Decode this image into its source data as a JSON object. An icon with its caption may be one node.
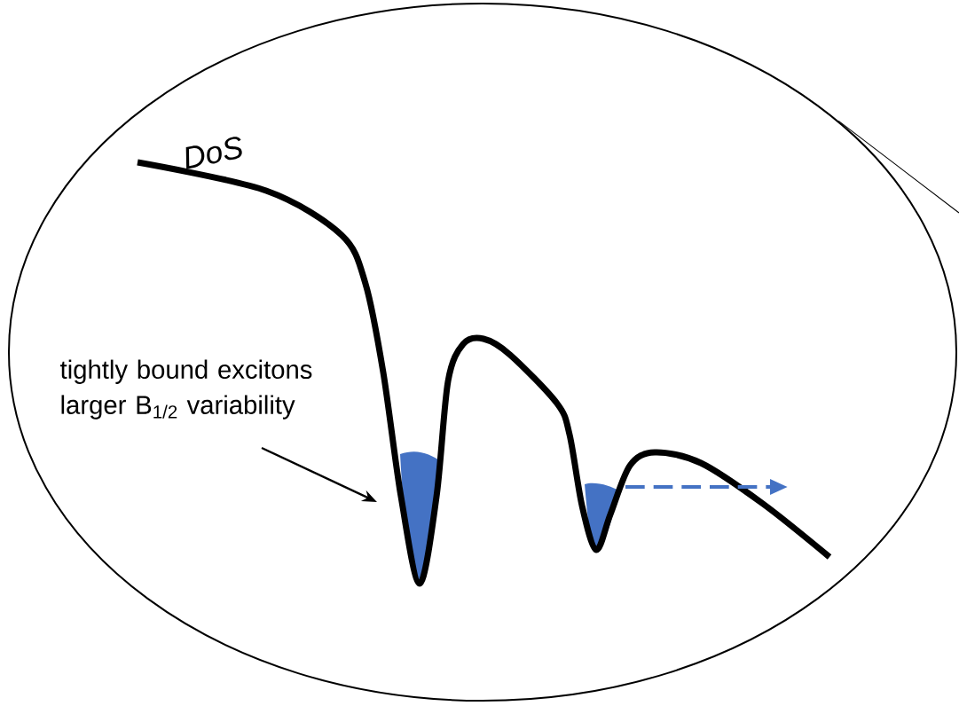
{
  "diagram": {
    "nodes": [
      {
        "text": [],
        "shape": "ellipse"
      },
      {
        "text": [
          "tightly bound excitons larger B$_{1/2}$ variability"
        ],
        "in": 0
      }
    ],
    "edges": [
      {
        "from": 0,
        "to": null,
        "arrow": "none"
      },
      {
        "from": 1,
        "to": null,
        "arrow": "to"
      }
    ],
    "labels": [
      "DoS"
    ]
  }
}
